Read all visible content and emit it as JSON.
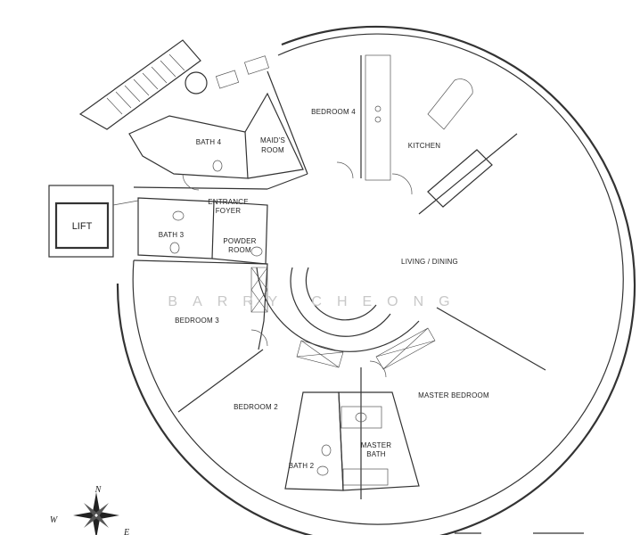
{
  "rooms": {
    "bedroom_4": "BEDROOM 4",
    "kitchen": "KITCHEN",
    "bath_4": "BATH 4",
    "maids_room_line1": "MAID'S",
    "maids_room_line2": "ROOM",
    "entrance_foyer_line1": "ENTRANCE",
    "entrance_foyer_line2": "FOYER",
    "lift": "LIFT",
    "bath_3": "BATH 3",
    "powder_room_line1": "POWDER",
    "powder_room_line2": "ROOM",
    "living_dining": "LIVING / DINING",
    "bedroom_3": "BEDROOM 3",
    "bedroom_2": "BEDROOM 2",
    "master_bedroom": "MASTER BEDROOM",
    "master_bath_line1": "MASTER",
    "master_bath_line2": "BATH",
    "bath_2": "BATH 2"
  },
  "watermark": "BARRY CHEONG",
  "compass": {
    "north": "N",
    "west": "W",
    "east": "E"
  }
}
